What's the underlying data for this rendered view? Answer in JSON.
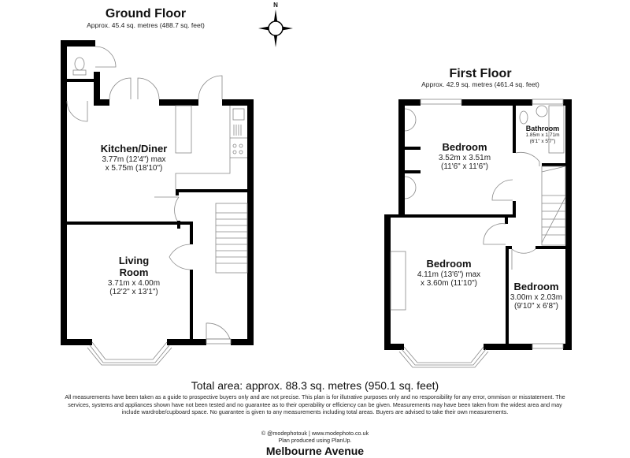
{
  "compass": {
    "label": "N",
    "icon": "compass-rose-icon"
  },
  "ground_floor": {
    "title": "Ground Floor",
    "area": "Approx. 45.4 sq. metres (488.7 sq. feet)",
    "rooms": [
      {
        "name": "Kitchen/Diner",
        "dims_line1": "3.77m (12'4\") max",
        "dims_line2": "x 5.75m (18'10\")"
      },
      {
        "name_line1": "Living",
        "name_line2": "Room",
        "dims_line1": "3.71m x 4.00m",
        "dims_line2": "(12'2\" x 13'1\")"
      }
    ]
  },
  "first_floor": {
    "title": "First Floor",
    "area": "Approx. 42.9 sq. metres (461.4 sq. feet)",
    "rooms": [
      {
        "name": "Bathroom",
        "dims_line1": "1.85m x 1.71m",
        "dims_line2": "(6'1\" x 5'7\")"
      },
      {
        "name": "Bedroom",
        "dims_line1": "3.52m x 3.51m",
        "dims_line2": "(11'6\" x 11'6\")"
      },
      {
        "name": "Bedroom",
        "dims_line1": "4.11m (13'6\") max",
        "dims_line2": "x 3.60m (11'10\")"
      },
      {
        "name": "Bedroom",
        "dims_line1": "3.00m x 2.03m",
        "dims_line2": "(9'10\" x 6'8\")"
      }
    ]
  },
  "footer": {
    "total_area": "Total area: approx. 88.3 sq. metres (950.1 sq. feet)",
    "disclaimer": "All measurements have been taken as a guide to prospective buyers only and are not precise. This plan is for illutrative purposes only and no responsibility for any error, ommison or misstatement. The services, systems and appliances shown have not been tested and no guarantee as to their operability or efficiency can be given. Measurements may have been taken from the widest area and may include wardrobe/cupboard space. No guarantee is given to any measurements including total areas. Buyers are advised to take their own measurements.",
    "credit_line1": "© @modephotouk | www.modephoto.co.uk",
    "credit_line2": "Plan produced using PlanUp.",
    "address": "Melbourne Avenue"
  },
  "colors": {
    "wall": "#000000",
    "line": "#888888",
    "background": "#ffffff"
  }
}
